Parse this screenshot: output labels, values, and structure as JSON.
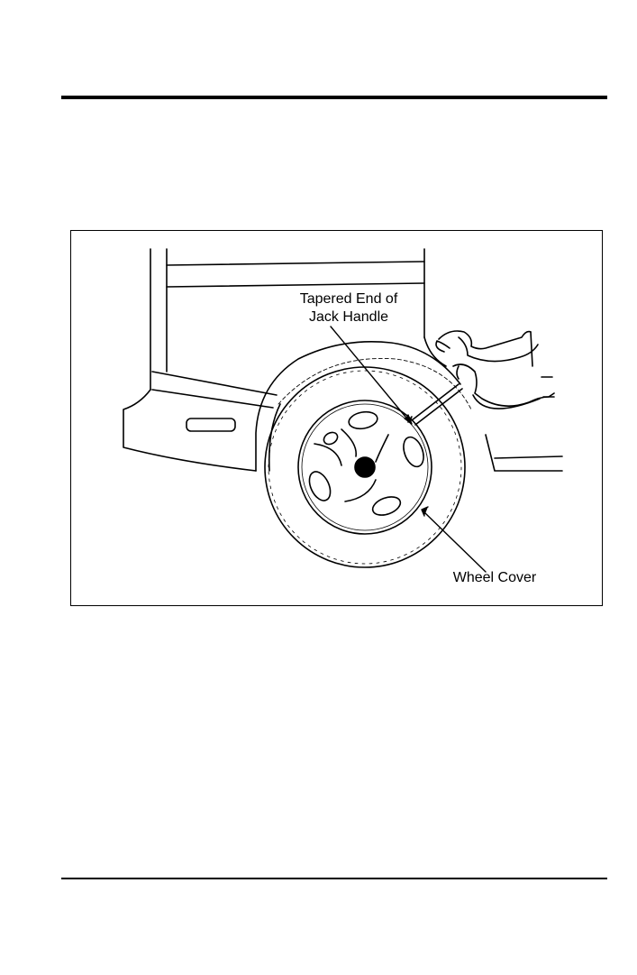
{
  "figure": {
    "callouts": {
      "jack_handle_line1": "Tapered End of",
      "jack_handle_line2": "Jack Handle",
      "wheel_cover": "Wheel Cover"
    }
  }
}
